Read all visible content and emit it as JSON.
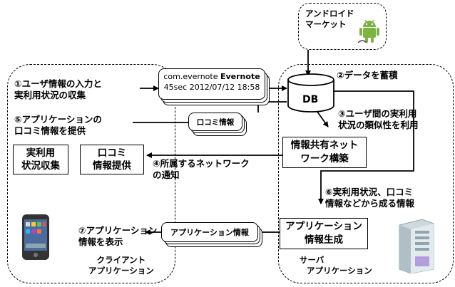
{
  "market": {
    "line1": "アンドロイド",
    "line2": "マーケット"
  },
  "db": {
    "label": "DB"
  },
  "log": {
    "package": "com.evernote",
    "app": "Evernote",
    "duration": "45sec",
    "timestamp": "2012/07/12 18:58"
  },
  "steps": {
    "s1": {
      "line1": "①ユーザ情報の入力と",
      "line2": "実利用状況の収集"
    },
    "s2": {
      "line1": "②データを蓄積"
    },
    "s3": {
      "line1": "③ユーザ間の実利用",
      "line2": "状況の類似性を利用"
    },
    "s4": {
      "line1": "④所属するネットワーク",
      "line2": "の通知"
    },
    "s5": {
      "line1": "⑤アプリケーションの",
      "line2": "口コミ情報を提供"
    },
    "s6": {
      "line1": "⑥実利用状況、口コミ",
      "line2": "情報などから成る情報"
    },
    "s7": {
      "line1": "⑦アプリケーション",
      "line2": "情報を表示"
    }
  },
  "boxes": {
    "usage": {
      "line1": "実利用",
      "line2": "状況収集"
    },
    "review": {
      "line1": "口コミ",
      "line2": "情報提供"
    },
    "network": {
      "line1": "情報共有ネット",
      "line2": "ワーク構築"
    },
    "appgen": {
      "line1": "アプリケーション",
      "line2": "情報生成"
    }
  },
  "docs": {
    "review": "口コミ情報",
    "appinfo": "アプリケーション情報"
  },
  "client": {
    "line1": "クライアント",
    "line2": "アプリケーション"
  },
  "server": {
    "line1": "サーバ",
    "line2": "アプリケーション"
  }
}
